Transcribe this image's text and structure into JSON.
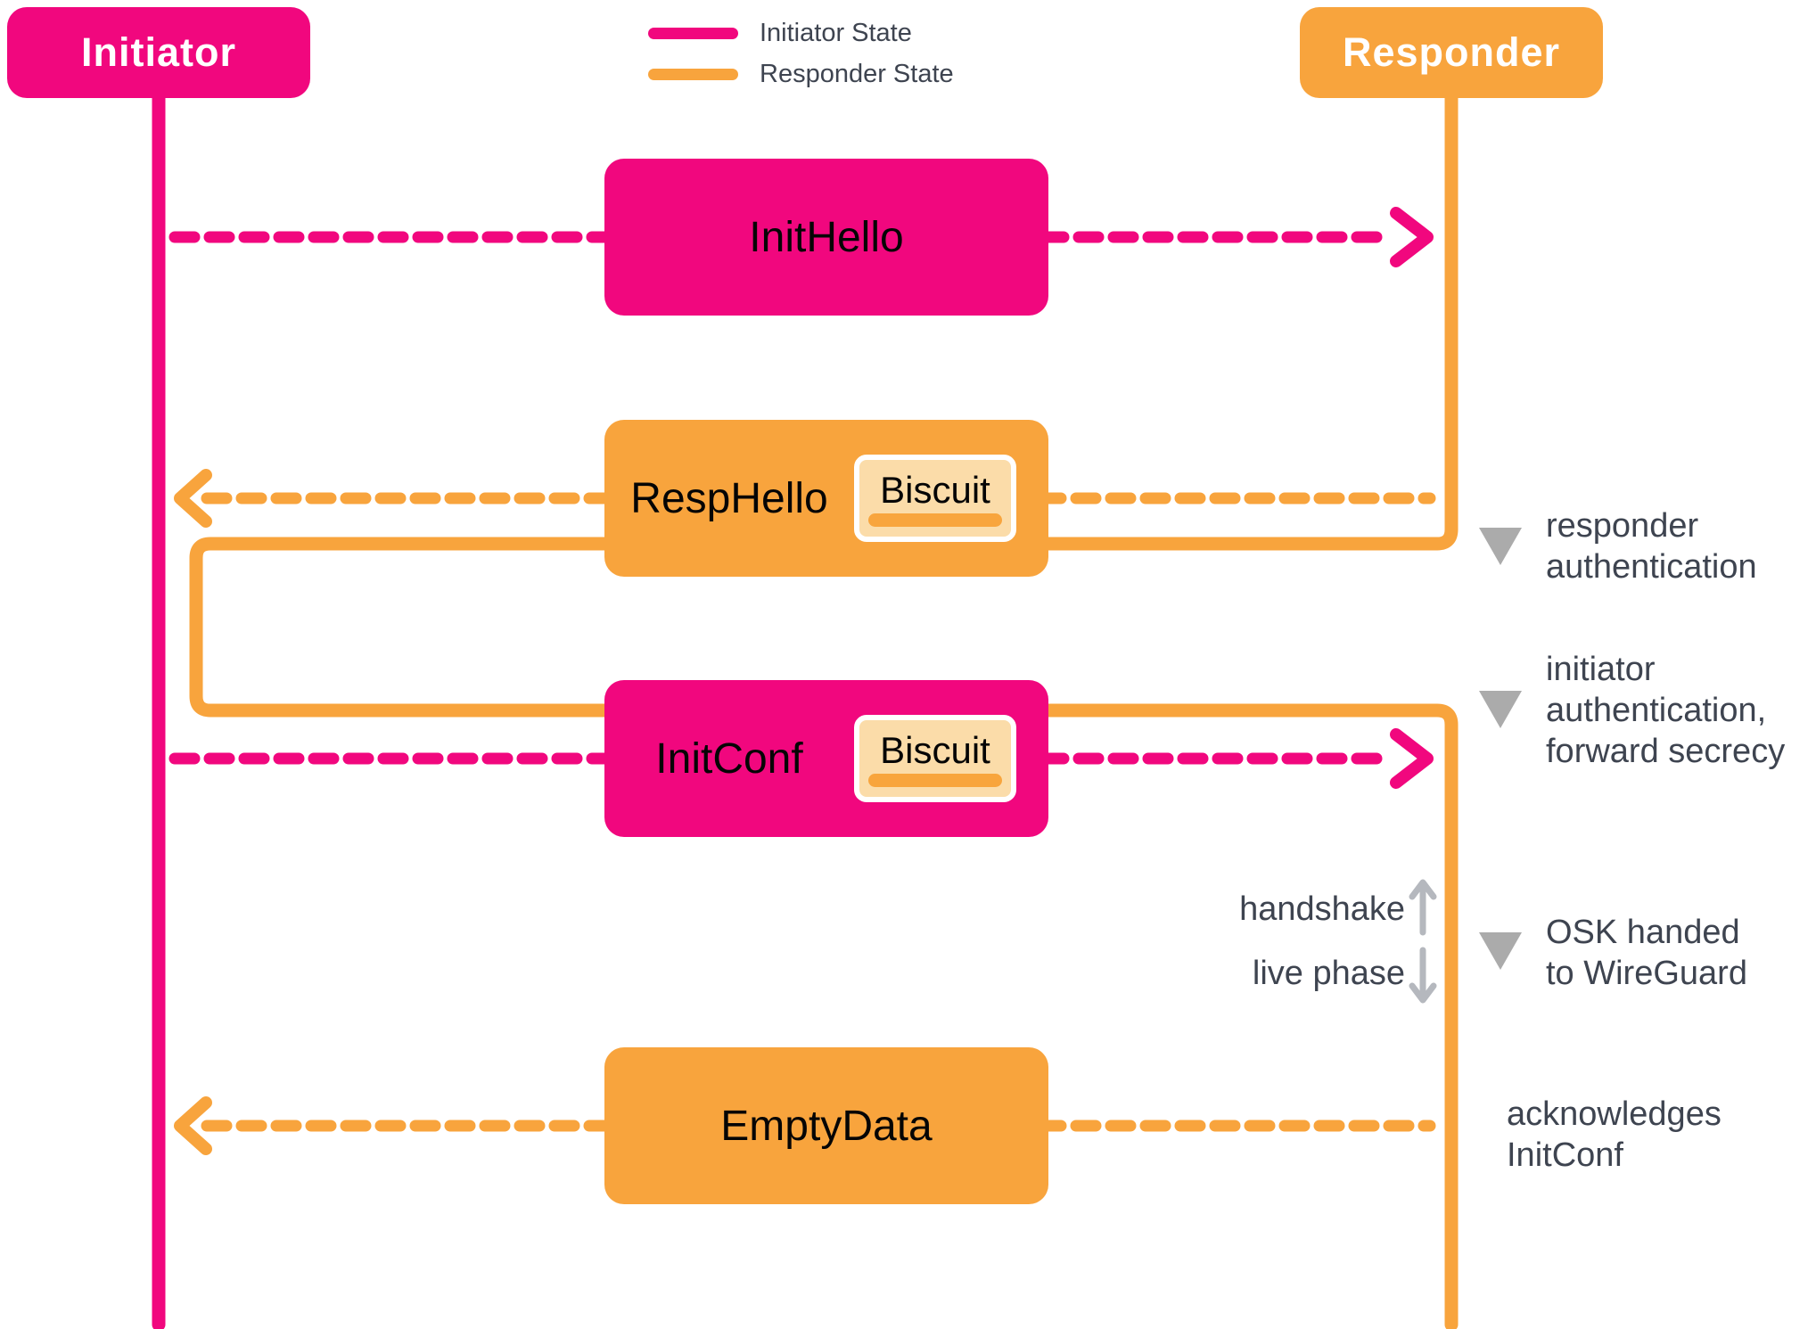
{
  "actors": {
    "initiator": {
      "label": "Initiator"
    },
    "responder": {
      "label": "Responder"
    }
  },
  "legend": {
    "items": [
      {
        "label": "Initiator State",
        "color": "#F1077E"
      },
      {
        "label": "Responder State",
        "color": "#F8A43D"
      }
    ]
  },
  "messages": [
    {
      "label": "InitHello",
      "from": "initiator",
      "to": "responder",
      "style": "initiator",
      "biscuit_label": null
    },
    {
      "label": "RespHello",
      "from": "responder",
      "to": "initiator",
      "style": "responder",
      "biscuit_label": "Biscuit"
    },
    {
      "label": "InitConf",
      "from": "initiator",
      "to": "responder",
      "style": "initiator",
      "biscuit_label": "Biscuit"
    },
    {
      "label": "EmptyData",
      "from": "responder",
      "to": "initiator",
      "style": "responder",
      "biscuit_label": null
    }
  ],
  "annotations": [
    {
      "lines": [
        "responder",
        "authentication"
      ],
      "marker": "triangle"
    },
    {
      "lines": [
        "initiator",
        "authentication,",
        "forward secrecy"
      ],
      "marker": "triangle"
    },
    {
      "lines": [
        "OSK handed",
        "to WireGuard"
      ],
      "marker": "triangle"
    },
    {
      "lines": [
        "acknowledges",
        "InitConf"
      ],
      "marker": "none"
    }
  ],
  "phase": {
    "handshake_label": "handshake",
    "live_label": "live phase"
  },
  "colors": {
    "initiator_pink": "#F1077E",
    "responder_orange": "#F8A43D",
    "biscuit_fill": "#FBDCA9",
    "biscuit_bar": "#F8A53D",
    "annotation_text": "#3E4450",
    "triangle_gray": "#ABABAB",
    "phase_arrow_gray": "#B5B8BE"
  }
}
